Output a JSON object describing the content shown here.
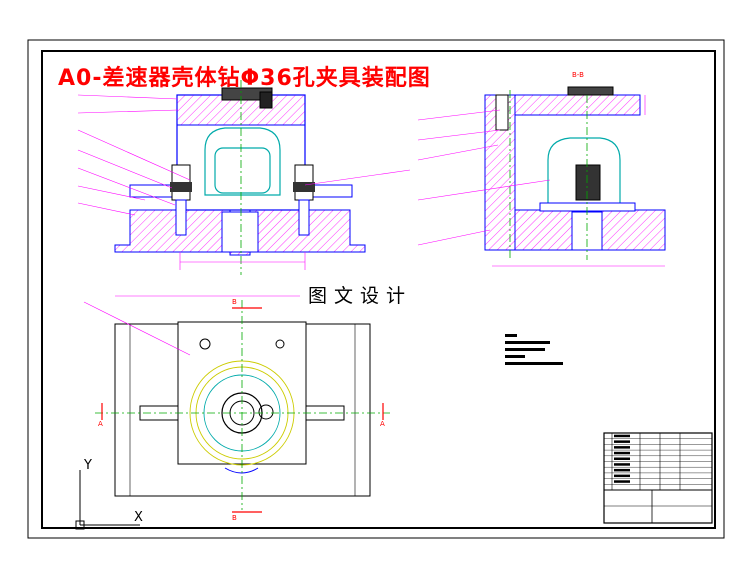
{
  "drawing": {
    "title": "A0-差速器壳体钻Φ36孔夹具装配图",
    "watermark": "图文设计",
    "section_labels": {
      "side_view": "B-B",
      "section_top": "B",
      "section_bottom": "B",
      "view_left": "A",
      "view_right": "A"
    },
    "axis_labels": {
      "x": "X",
      "y": "Y"
    },
    "colors": {
      "border": "#000000",
      "title": "#ff0000",
      "outline": "#0000ff",
      "hatch": "#ff00ff",
      "centerline": "#00aa00",
      "dimension": "#ff00ff",
      "part": "#00aaaa",
      "circle": "#cccc00"
    }
  }
}
